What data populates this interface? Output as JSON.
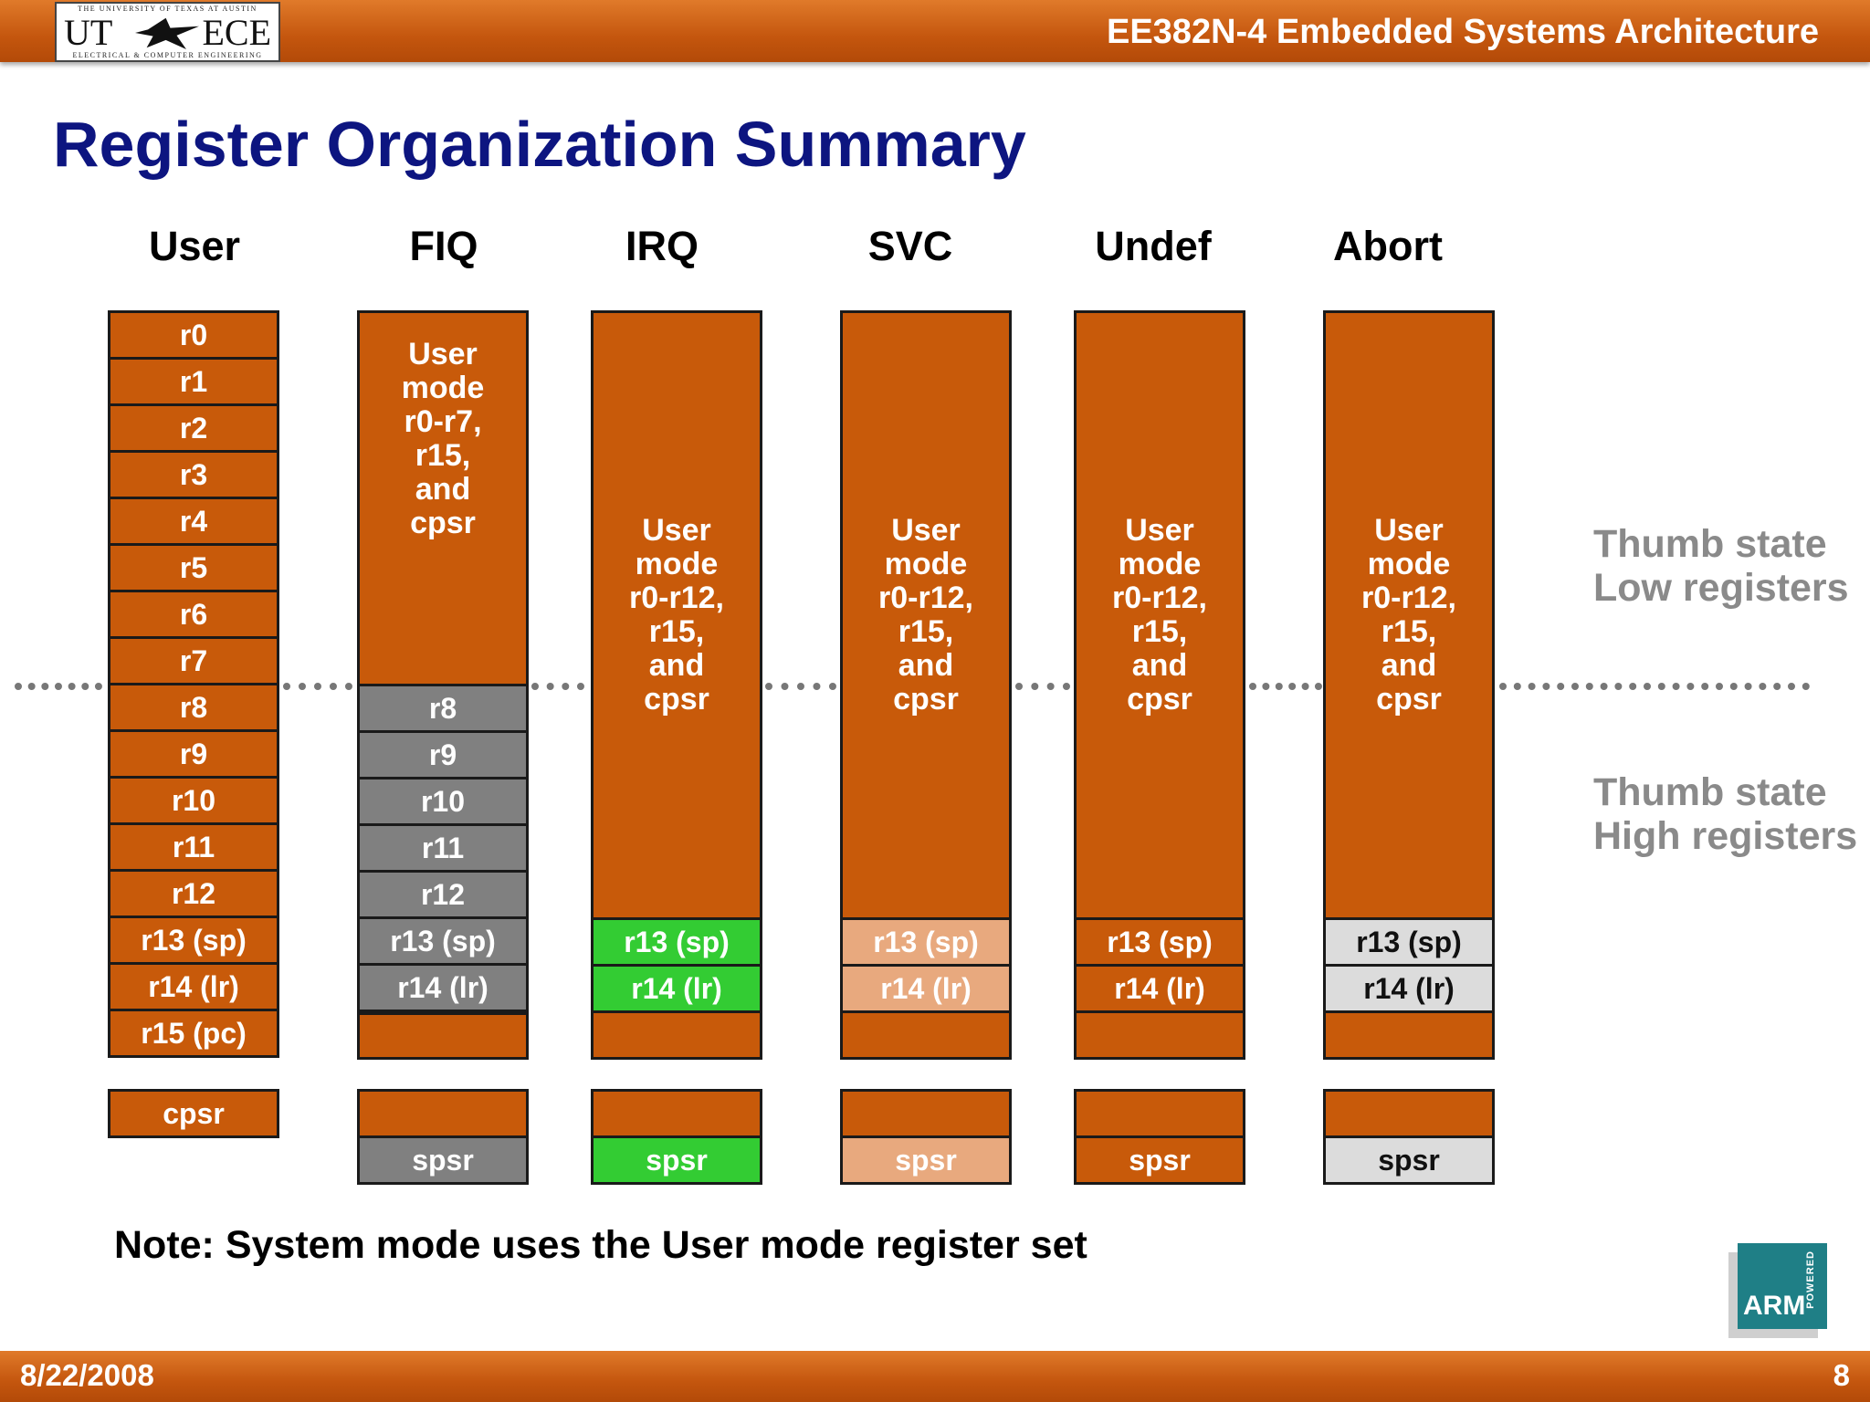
{
  "header": {
    "logo_top": "THE UNIVERSITY OF TEXAS AT AUSTIN",
    "logo_left": "UT",
    "logo_right": "ECE",
    "logo_bottom": "ELECTRICAL & COMPUTER ENGINEERING",
    "course": "EE382N-4  Embedded Systems Architecture"
  },
  "title": "Register Organization Summary",
  "modes": [
    "User",
    "FIQ",
    "IRQ",
    "SVC",
    "Undef",
    "Abort"
  ],
  "user_registers": [
    "r0",
    "r1",
    "r2",
    "r3",
    "r4",
    "r5",
    "r6",
    "r7",
    "r8",
    "r9",
    "r10",
    "r11",
    "r12",
    "r13 (sp)",
    "r14 (lr)",
    "r15 (pc)"
  ],
  "user_cpsr": "cpsr",
  "fiq": {
    "shared_text": "User\nmode\nr0-r7,\nr15,\nand\ncpsr",
    "banked": [
      "r8",
      "r9",
      "r10",
      "r11",
      "r12",
      "r13 (sp)",
      "r14 (lr)"
    ],
    "spsr": "spsr"
  },
  "irq": {
    "shared_text": "User\nmode\nr0-r12,\nr15,\nand\ncpsr",
    "r13": "r13 (sp)",
    "r14": "r14 (lr)",
    "spsr": "spsr"
  },
  "svc": {
    "shared_text": "User\nmode\nr0-r12,\nr15,\nand\ncpsr",
    "r13": "r13 (sp)",
    "r14": "r14 (lr)",
    "spsr": "spsr"
  },
  "undef": {
    "shared_text": "User\nmode\nr0-r12,\nr15,\nand\ncpsr",
    "r13": "r13 (sp)",
    "r14": "r14 (lr)",
    "spsr": "spsr"
  },
  "abort": {
    "shared_text": "User\nmode\nr0-r12,\nr15,\nand\ncpsr",
    "r13": "r13 (sp)",
    "r14": "r14 (lr)",
    "spsr": "spsr"
  },
  "thumb_low": {
    "line1": "Thumb state",
    "line2": "Low  registers"
  },
  "thumb_high": {
    "line1": "Thumb state",
    "line2": "High registers"
  },
  "note": "Note: System mode uses the User mode register set",
  "arm_logo": {
    "text": "ARM",
    "powered": "POWERED"
  },
  "footer": {
    "date": "8/22/2008",
    "page": "8"
  },
  "colors": {
    "orange": "#c85a0a",
    "fiq_banked": "#808080",
    "irq_banked": "#33cc33",
    "svc_banked": "#e8a97e",
    "abort_banked": "#dcdcdc",
    "title": "#0d1580"
  }
}
